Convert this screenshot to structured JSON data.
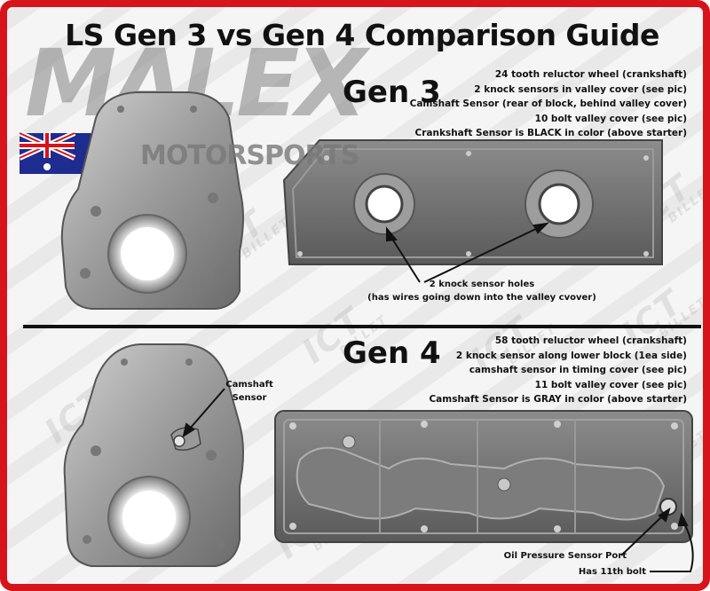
{
  "title": "LS Gen 3 vs Gen 4 Comparison Guide",
  "watermark": {
    "brand": "MALEX",
    "subtitle": "MOTORSPORTS",
    "pattern_text": "ICT",
    "pattern_subtext": "BILLET"
  },
  "gen3": {
    "heading": "Gen 3",
    "specs": [
      "24 tooth reluctor wheel (crankshaft)",
      "2 knock sensors in valley cover (see pic)",
      "Camshaft Sensor (rear of block, behind valley cover)",
      "10 bolt valley cover (see pic)",
      "Crankshaft Sensor is BLACK in color (above starter)"
    ],
    "callout_line1": "2 knock sensor holes",
    "callout_line2": "(has wires going down into the valley cvover)"
  },
  "gen4": {
    "heading": "Gen 4",
    "specs": [
      "58 tooth reluctor wheel (crankshaft)",
      "2 knock sensor along lower block (1ea side)",
      "camshaft sensor in timing cover (see pic)",
      "11 bolt valley cover (see pic)",
      "Camshaft Sensor is GRAY in color (above starter)"
    ],
    "camshaft_label_line1": "Camshaft",
    "camshaft_label_line2": "Sensor",
    "oil_pressure_label": "Oil Pressure Sensor Port",
    "eleventh_bolt_label": "Has 11th bolt"
  },
  "colors": {
    "border": "#d6141a",
    "metal_light": "#b7b7b7",
    "metal_dark": "#6f6f6f",
    "text": "#111111"
  }
}
